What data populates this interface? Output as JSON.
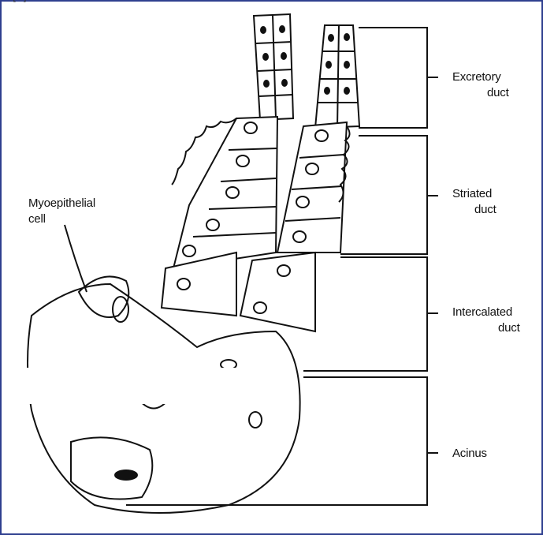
{
  "figure": {
    "top_caption_fragment": "...[...]",
    "labels": {
      "excretory": [
        "Excretory",
        "duct"
      ],
      "striated": [
        "Striated",
        "duct"
      ],
      "intercalated": [
        "Intercalated",
        "duct"
      ],
      "acinus": [
        "Acinus"
      ],
      "myoepithelial": [
        "Myoepithelial",
        "cell"
      ]
    }
  },
  "colors": {
    "frame": "#2f3f8f",
    "ink": "#111111",
    "background": "#ffffff"
  }
}
